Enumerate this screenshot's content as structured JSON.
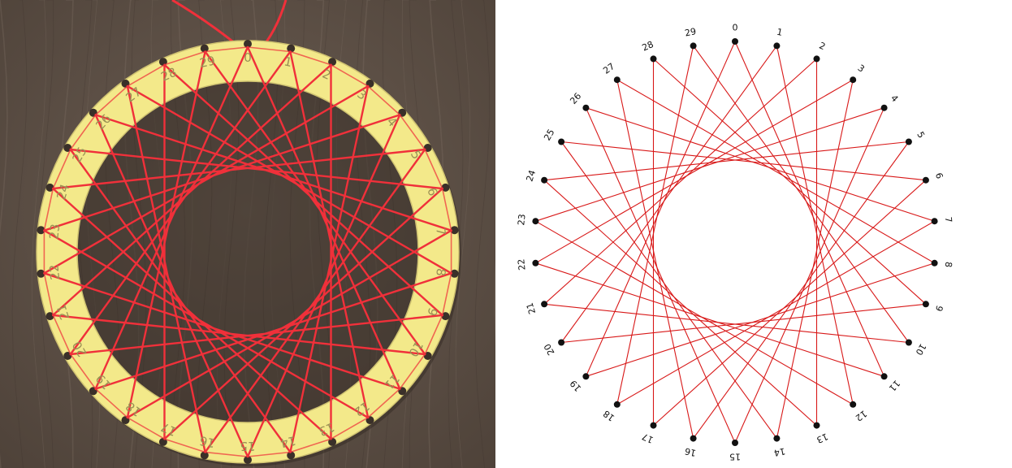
{
  "photo": {
    "description_icon": "string-art-ring-photo-icon",
    "ring_color": "#f3e98a",
    "thread_color": "#f0303a",
    "wood_color": "#5e5045",
    "labels": [
      "0",
      "1",
      "2",
      "3",
      "4",
      "5",
      "6",
      "7",
      "8",
      "9",
      "10",
      "11",
      "12",
      "13",
      "14",
      "15",
      "16",
      "17",
      "18",
      "19",
      "20",
      "21",
      "22",
      "23",
      "24",
      "25",
      "26",
      "27",
      "28",
      "29"
    ]
  },
  "diagram": {
    "pin_count": 30,
    "step": 11,
    "line_color": "#d81818",
    "pin_color": "#111111",
    "labels": [
      "0",
      "1",
      "2",
      "3",
      "4",
      "5",
      "6",
      "7",
      "8",
      "9",
      "10",
      "11",
      "12",
      "13",
      "14",
      "15",
      "16",
      "17",
      "18",
      "19",
      "20",
      "21",
      "22",
      "23",
      "24",
      "25",
      "26",
      "27",
      "28",
      "29"
    ]
  }
}
